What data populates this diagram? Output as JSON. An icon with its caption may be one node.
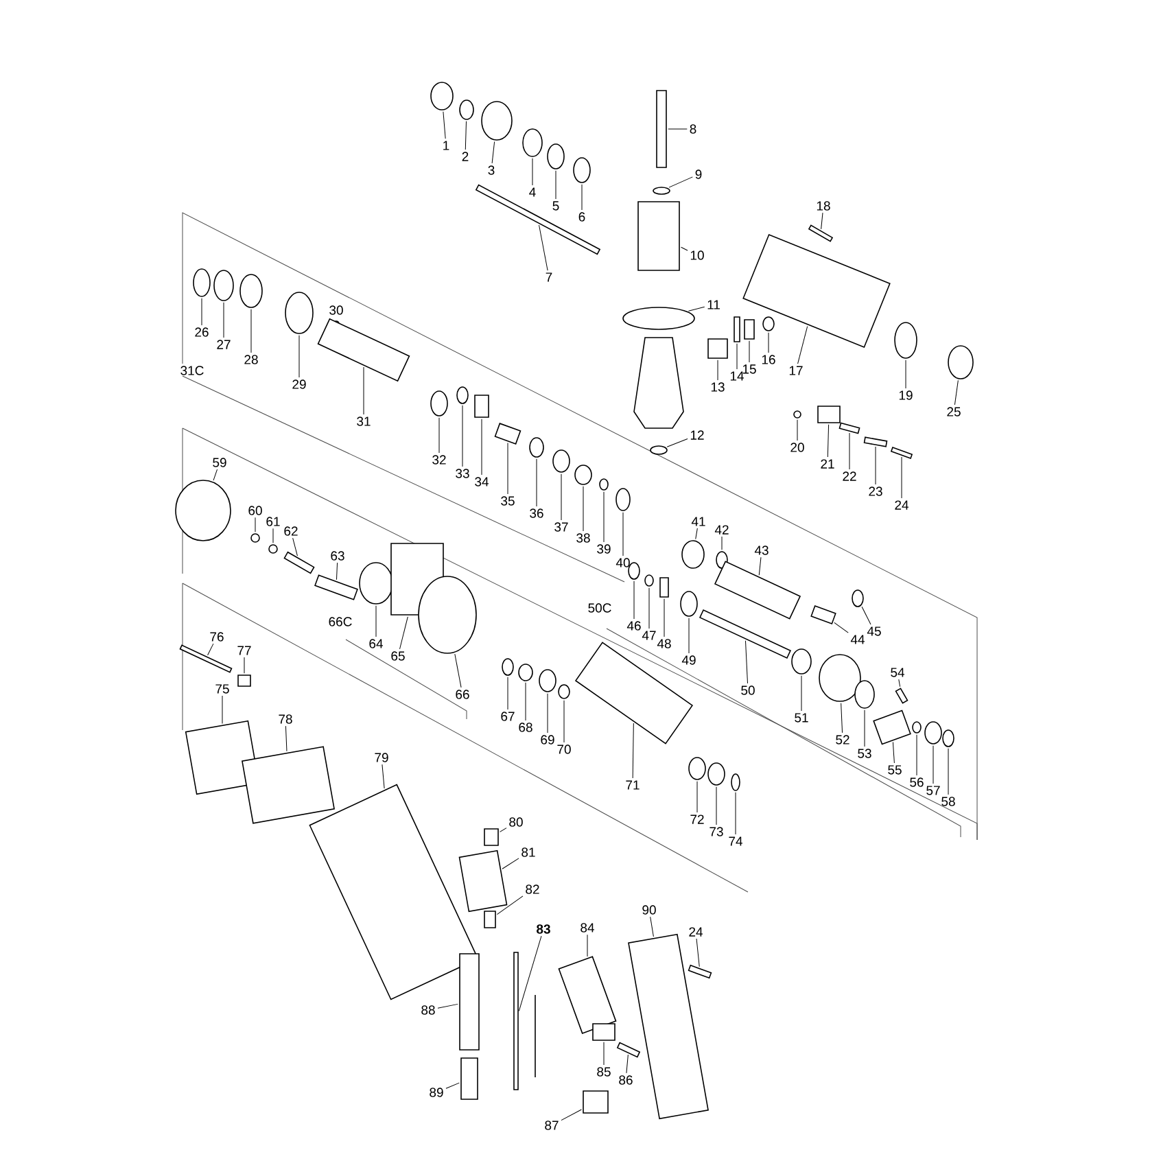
{
  "diagram": {
    "nodes": [
      {
        "text": [
          "1"
        ]
      },
      {
        "text": [
          "2"
        ]
      },
      {
        "text": [
          "3"
        ]
      },
      {
        "text": [
          "4"
        ]
      },
      {
        "text": [
          "5"
        ]
      },
      {
        "text": [
          "6"
        ]
      },
      {
        "text": [
          "7"
        ]
      },
      {
        "text": [
          "8"
        ]
      },
      {
        "text": [
          "9"
        ]
      },
      {
        "text": [
          "10"
        ]
      },
      {
        "text": [
          "11"
        ]
      },
      {
        "text": [
          "12"
        ]
      },
      {
        "text": [
          "13"
        ]
      },
      {
        "text": [
          "14"
        ]
      },
      {
        "text": [
          "15"
        ]
      },
      {
        "text": [
          "16"
        ]
      },
      {
        "text": [
          "17"
        ]
      },
      {
        "text": [
          "18"
        ]
      },
      {
        "text": [
          "19"
        ]
      },
      {
        "text": [
          "20"
        ]
      },
      {
        "text": [
          "21"
        ]
      },
      {
        "text": [
          "22"
        ]
      },
      {
        "text": [
          "23"
        ]
      },
      {
        "text": [
          "24"
        ]
      },
      {
        "text": [
          "25"
        ]
      },
      {
        "text": [
          "26"
        ]
      },
      {
        "text": [
          "27"
        ]
      },
      {
        "text": [
          "28"
        ]
      },
      {
        "text": [
          "29"
        ]
      },
      {
        "text": [
          "31"
        ]
      },
      {
        "text": [
          "32"
        ]
      },
      {
        "text": [
          "33"
        ]
      },
      {
        "text": [
          "34"
        ]
      },
      {
        "text": [
          "35"
        ]
      },
      {
        "text": [
          "36"
        ]
      },
      {
        "text": [
          "37"
        ]
      },
      {
        "text": [
          "38"
        ]
      },
      {
        "text": [
          "39"
        ]
      },
      {
        "text": [
          "40"
        ]
      },
      {
        "text": [
          "41"
        ]
      },
      {
        "text": [
          "42"
        ]
      },
      {
        "text": [
          "43"
        ]
      },
      {
        "text": [
          "44"
        ]
      },
      {
        "text": [
          "45"
        ]
      },
      {
        "text": [
          "46"
        ]
      },
      {
        "text": [
          "47"
        ]
      },
      {
        "text": [
          "48"
        ]
      },
      {
        "text": [
          "49"
        ]
      },
      {
        "text": [
          "50"
        ]
      },
      {
        "text": [
          "51"
        ]
      },
      {
        "text": [
          "52"
        ]
      },
      {
        "text": [
          "53"
        ]
      },
      {
        "text": [
          "54"
        ]
      },
      {
        "text": [
          "55"
        ]
      },
      {
        "text": [
          "56"
        ]
      },
      {
        "text": [
          "57"
        ]
      },
      {
        "text": [
          "58"
        ]
      },
      {
        "text": [
          "59"
        ]
      },
      {
        "text": [
          "60"
        ]
      },
      {
        "text": [
          "61"
        ]
      },
      {
        "text": [
          "62"
        ]
      },
      {
        "text": [
          "63"
        ]
      },
      {
        "text": [
          "64"
        ]
      },
      {
        "text": [
          "65"
        ]
      },
      {
        "text": [
          "66"
        ]
      },
      {
        "text": [
          "67"
        ]
      },
      {
        "text": [
          "68"
        ]
      },
      {
        "text": [
          "69"
        ]
      },
      {
        "text": [
          "70"
        ]
      },
      {
        "text": [
          "71"
        ]
      },
      {
        "text": [
          "72"
        ]
      },
      {
        "text": [
          "73"
        ]
      },
      {
        "text": [
          "74"
        ]
      },
      {
        "text": [
          "75"
        ]
      },
      {
        "text": [
          "76"
        ]
      },
      {
        "text": [
          "77"
        ]
      },
      {
        "text": [
          "78"
        ]
      },
      {
        "text": [
          "79"
        ]
      },
      {
        "text": [
          "80"
        ]
      },
      {
        "text": [
          "81"
        ]
      },
      {
        "text": [
          "82"
        ]
      },
      {
        "text": [
          "83"
        ]
      },
      {
        "text": [
          "84"
        ]
      },
      {
        "text": [
          "85"
        ]
      },
      {
        "text": [
          "86"
        ]
      },
      {
        "text": [
          "87"
        ]
      },
      {
        "text": [
          "88"
        ]
      },
      {
        "text": [
          "89"
        ]
      },
      {
        "text": [
          "90"
        ]
      },
      {
        "text": [
          "24"
        ]
      },
      {
        "text": [],
        "shape": "circle"
      },
      {
        "text": [],
        "shape": "circle"
      },
      {
        "text": [],
        "shape": "circle"
      },
      {
        "text": [],
        "shape": "circle"
      },
      {
        "text": [],
        "shape": "circle"
      },
      {
        "text": [],
        "shape": "circle"
      },
      {
        "text": [],
        "shape": "bar"
      },
      {
        "text": [],
        "shape": "bar"
      },
      {
        "text": [],
        "shape": "circle"
      },
      {
        "text": [],
        "shape": "box"
      },
      {
        "text": [],
        "shape": "circle"
      },
      {
        "text": [],
        "shape": "circle"
      },
      {
        "text": [],
        "shape": "box"
      },
      {
        "text": [],
        "shape": "bar"
      },
      {
        "text": [],
        "shape": "box"
      },
      {
        "text": [],
        "shape": "circle"
      },
      {
        "text": [],
        "shape": "box"
      },
      {
        "text": [],
        "shape": "bar"
      },
      {
        "text": [],
        "shape": "circle"
      },
      {
        "text": [],
        "shape": "circle"
      },
      {
        "text": [],
        "shape": "box"
      },
      {
        "text": [],
        "shape": "bar"
      },
      {
        "text": [],
        "shape": "bar"
      },
      {
        "text": [],
        "shape": "bar"
      },
      {
        "text": [],
        "shape": "circle"
      },
      {
        "text": [],
        "shape": "circle"
      },
      {
        "text": [],
        "shape": "circle"
      },
      {
        "text": [],
        "shape": "circle"
      },
      {
        "text": [],
        "shape": "circle"
      },
      {
        "text": [],
        "shape": "box"
      },
      {
        "text": [],
        "shape": "circle"
      },
      {
        "text": [],
        "shape": "circle"
      },
      {
        "text": [],
        "shape": "box"
      },
      {
        "text": [],
        "shape": "box"
      },
      {
        "text": [],
        "shape": "circle"
      },
      {
        "text": [],
        "shape": "circle"
      },
      {
        "text": [],
        "shape": "circle"
      },
      {
        "text": [],
        "shape": "circle"
      },
      {
        "text": [],
        "shape": "circle"
      },
      {
        "text": [],
        "shape": "circle"
      },
      {
        "text": [],
        "shape": "circle"
      },
      {
        "text": [],
        "shape": "box"
      },
      {
        "text": [],
        "shape": "box"
      },
      {
        "text": [],
        "shape": "circle"
      },
      {
        "text": [],
        "shape": "circle"
      },
      {
        "text": [],
        "shape": "circle"
      },
      {
        "text": [],
        "shape": "box"
      },
      {
        "text": [],
        "shape": "circle"
      },
      {
        "text": [],
        "shape": "bar"
      },
      {
        "text": [],
        "shape": "circle"
      },
      {
        "text": [],
        "shape": "circle"
      },
      {
        "text": [],
        "shape": "circle"
      },
      {
        "text": [],
        "shape": "bar"
      },
      {
        "text": [],
        "shape": "box"
      },
      {
        "text": [],
        "shape": "circle"
      },
      {
        "text": [],
        "shape": "circle"
      },
      {
        "text": [],
        "shape": "circle"
      },
      {
        "text": [],
        "shape": "circle"
      },
      {
        "text": [],
        "shape": "circle"
      },
      {
        "text": [],
        "shape": "circle"
      },
      {
        "text": [],
        "shape": "bar"
      },
      {
        "text": [],
        "shape": "box"
      },
      {
        "text": [],
        "shape": "circle"
      },
      {
        "text": [],
        "shape": "bar"
      },
      {
        "text": [],
        "shape": "circle"
      },
      {
        "text": [],
        "shape": "circle"
      },
      {
        "text": [],
        "shape": "circle"
      },
      {
        "text": [],
        "shape": "circle"
      },
      {
        "text": [],
        "shape": "circle"
      },
      {
        "text": [],
        "shape": "box"
      },
      {
        "text": [],
        "shape": "circle"
      },
      {
        "text": [],
        "shape": "circle"
      },
      {
        "text": [],
        "shape": "circle"
      },
      {
        "text": [],
        "shape": "box"
      },
      {
        "text": [],
        "shape": "bar"
      },
      {
        "text": [],
        "shape": "box"
      },
      {
        "text": [],
        "shape": "box"
      },
      {
        "text": [],
        "shape": "box"
      },
      {
        "text": [],
        "shape": "box"
      },
      {
        "text": [],
        "shape": "box"
      },
      {
        "text": [],
        "shape": "box"
      },
      {
        "text": [],
        "shape": "bar"
      },
      {
        "text": [],
        "shape": "box"
      },
      {
        "text": [],
        "shape": "box"
      },
      {
        "text": [],
        "shape": "bar"
      },
      {
        "text": [],
        "shape": "box"
      },
      {
        "text": [],
        "shape": "box"
      },
      {
        "text": [],
        "shape": "box"
      },
      {
        "text": [],
        "shape": "box"
      },
      {
        "text": [],
        "shape": "bar"
      }
    ],
    "edges": [
      {
        "from": 0,
        "to": 90,
        "arrow": "none"
      },
      {
        "from": 1,
        "to": 91,
        "arrow": "none"
      },
      {
        "from": 2,
        "to": 92,
        "arrow": "none"
      },
      {
        "from": 3,
        "to": 93,
        "arrow": "none"
      },
      {
        "from": 4,
        "to": 94,
        "arrow": "none"
      },
      {
        "from": 5,
        "to": 95,
        "arrow": "none"
      },
      {
        "from": 6,
        "to": 96,
        "arrow": "none"
      },
      {
        "from": 7,
        "to": 97,
        "arrow": "none"
      },
      {
        "from": 8,
        "to": 98,
        "arrow": "none"
      },
      {
        "from": 9,
        "to": 99,
        "arrow": "none"
      },
      {
        "from": 10,
        "to": 100,
        "arrow": "none"
      },
      {
        "from": 11,
        "to": 101,
        "arrow": "none"
      },
      {
        "from": 12,
        "to": 102,
        "arrow": "none"
      },
      {
        "from": 13,
        "to": 103,
        "arrow": "none"
      },
      {
        "from": 14,
        "to": 104,
        "arrow": "none"
      },
      {
        "from": 15,
        "to": 105,
        "arrow": "none"
      },
      {
        "from": 16,
        "to": 106,
        "arrow": "none"
      },
      {
        "from": 17,
        "to": 107,
        "arrow": "none"
      },
      {
        "from": 18,
        "to": 108,
        "arrow": "none"
      },
      {
        "from": 19,
        "to": 109,
        "arrow": "none"
      },
      {
        "from": 20,
        "to": 110,
        "arrow": "none"
      },
      {
        "from": 21,
        "to": 111,
        "arrow": "none"
      },
      {
        "from": 22,
        "to": 112,
        "arrow": "none"
      },
      {
        "from": 23,
        "to": 113,
        "arrow": "none"
      },
      {
        "from": 24,
        "to": 114,
        "arrow": "none"
      },
      {
        "from": 25,
        "to": 115,
        "arrow": "none"
      },
      {
        "from": 26,
        "to": 116,
        "arrow": "none"
      },
      {
        "from": 27,
        "to": 117,
        "arrow": "none"
      },
      {
        "from": 28,
        "to": 118,
        "arrow": "none"
      },
      {
        "from": 29,
        "to": 119,
        "arrow": "none"
      },
      {
        "from": 30,
        "to": 120,
        "arrow": "none"
      },
      {
        "from": 31,
        "to": 121,
        "arrow": "none"
      },
      {
        "from": 32,
        "to": 122,
        "arrow": "none"
      },
      {
        "from": 33,
        "to": 123,
        "arrow": "none"
      },
      {
        "from": 34,
        "to": 124,
        "arrow": "none"
      },
      {
        "from": 35,
        "to": 125,
        "arrow": "none"
      },
      {
        "from": 36,
        "to": 126,
        "arrow": "none"
      },
      {
        "from": 37,
        "to": 127,
        "arrow": "none"
      },
      {
        "from": 38,
        "to": 128,
        "arrow": "none"
      },
      {
        "from": 39,
        "to": 129,
        "arrow": "none"
      },
      {
        "from": 40,
        "to": 130,
        "arrow": "none"
      },
      {
        "from": 41,
        "to": 131,
        "arrow": "none"
      },
      {
        "from": 42,
        "to": 132,
        "arrow": "none"
      },
      {
        "from": 43,
        "to": 133,
        "arrow": "none"
      },
      {
        "from": 44,
        "to": 134,
        "arrow": "none"
      },
      {
        "from": 45,
        "to": 135,
        "arrow": "none"
      },
      {
        "from": 46,
        "to": 136,
        "arrow": "none"
      },
      {
        "from": 47,
        "to": 137,
        "arrow": "none"
      },
      {
        "from": 48,
        "to": 138,
        "arrow": "none"
      },
      {
        "from": 49,
        "to": 139,
        "arrow": "none"
      },
      {
        "from": 50,
        "to": 140,
        "arrow": "none"
      },
      {
        "from": 51,
        "to": 141,
        "arrow": "none"
      },
      {
        "from": 52,
        "to": 142,
        "arrow": "none"
      },
      {
        "from": 53,
        "to": 143,
        "arrow": "none"
      },
      {
        "from": 54,
        "to": 144,
        "arrow": "none"
      },
      {
        "from": 55,
        "to": 145,
        "arrow": "none"
      },
      {
        "from": 56,
        "to": 146,
        "arrow": "none"
      },
      {
        "from": 57,
        "to": 147,
        "arrow": "none"
      },
      {
        "from": 58,
        "to": 148,
        "arrow": "none"
      },
      {
        "from": 59,
        "to": 149,
        "arrow": "none"
      },
      {
        "from": 60,
        "to": 150,
        "arrow": "none"
      },
      {
        "from": 61,
        "to": 151,
        "arrow": "none"
      },
      {
        "from": 62,
        "to": 152,
        "arrow": "none"
      },
      {
        "from": 63,
        "to": 153,
        "arrow": "none"
      },
      {
        "from": 64,
        "to": 154,
        "arrow": "none"
      },
      {
        "from": 65,
        "to": 155,
        "arrow": "none"
      },
      {
        "from": 66,
        "to": 156,
        "arrow": "none"
      },
      {
        "from": 67,
        "to": 157,
        "arrow": "none"
      },
      {
        "from": 68,
        "to": 158,
        "arrow": "none"
      },
      {
        "from": 69,
        "to": 159,
        "arrow": "none"
      },
      {
        "from": 70,
        "to": 160,
        "arrow": "none"
      },
      {
        "from": 71,
        "to": 161,
        "arrow": "none"
      },
      {
        "from": 72,
        "to": 162,
        "arrow": "none"
      },
      {
        "from": 73,
        "to": 163,
        "arrow": "none"
      },
      {
        "from": 74,
        "to": 164,
        "arrow": "none"
      },
      {
        "from": 75,
        "to": 165,
        "arrow": "none"
      },
      {
        "from": 76,
        "to": 166,
        "arrow": "none"
      },
      {
        "from": 77,
        "to": 167,
        "arrow": "none"
      },
      {
        "from": 78,
        "to": 168,
        "arrow": "none"
      },
      {
        "from": 79,
        "to": 169,
        "arrow": "none"
      },
      {
        "from": 80,
        "to": 170,
        "arrow": "none"
      },
      {
        "from": 81,
        "to": 171,
        "arrow": "none"
      },
      {
        "from": 82,
        "to": 172,
        "arrow": "none"
      },
      {
        "from": 83,
        "to": 173,
        "arrow": "none"
      },
      {
        "from": 84,
        "to": 174,
        "arrow": "none"
      },
      {
        "from": 85,
        "to": 175,
        "arrow": "none"
      },
      {
        "from": 86,
        "to": 176,
        "arrow": "none"
      },
      {
        "from": 87,
        "to": 177,
        "arrow": "none"
      },
      {
        "from": 88,
        "to": 178,
        "arrow": "none"
      },
      {
        "from": 89,
        "to": 179,
        "arrow": "none"
      }
    ],
    "labels": [
      "30",
      "31C",
      "50C",
      "66C"
    ]
  }
}
